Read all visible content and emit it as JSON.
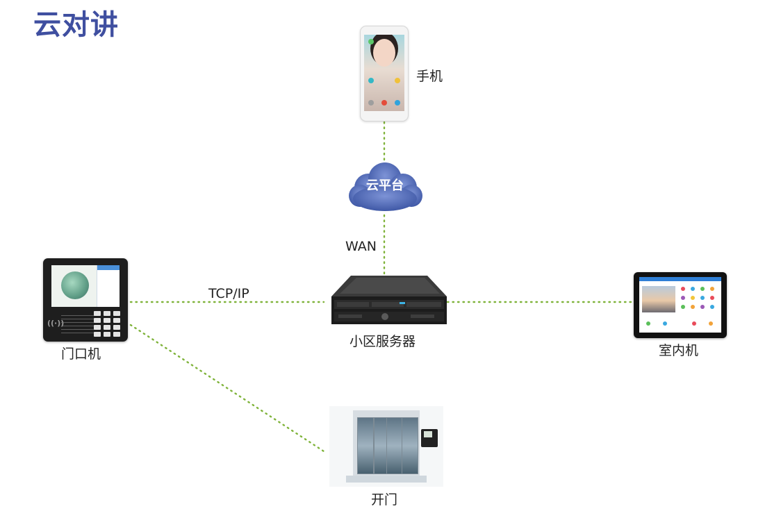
{
  "title": "云对讲",
  "nodes": {
    "phone": {
      "label": "手机",
      "icon": "smartphone-icon"
    },
    "cloud": {
      "label": "云平台",
      "icon": "cloud-icon"
    },
    "server": {
      "label": "小区服务器",
      "icon": "rack-server-icon"
    },
    "door_station": {
      "label": "门口机",
      "icon": "door-station-icon"
    },
    "indoor_monitor": {
      "label": "室内机",
      "icon": "indoor-monitor-icon"
    },
    "door_open": {
      "label": "开门",
      "icon": "glass-door-icon"
    }
  },
  "links": [
    {
      "from": "phone",
      "to": "cloud",
      "label": ""
    },
    {
      "from": "cloud",
      "to": "server",
      "label": "WAN"
    },
    {
      "from": "door_station",
      "to": "server",
      "label": "TCP/IP"
    },
    {
      "from": "server",
      "to": "indoor_monitor",
      "label": ""
    },
    {
      "from": "door_station",
      "to": "door_open",
      "label": ""
    }
  ],
  "colors": {
    "title": "#3f4fa0",
    "link": "#7fb33a",
    "cloud": "#4d68b4"
  }
}
